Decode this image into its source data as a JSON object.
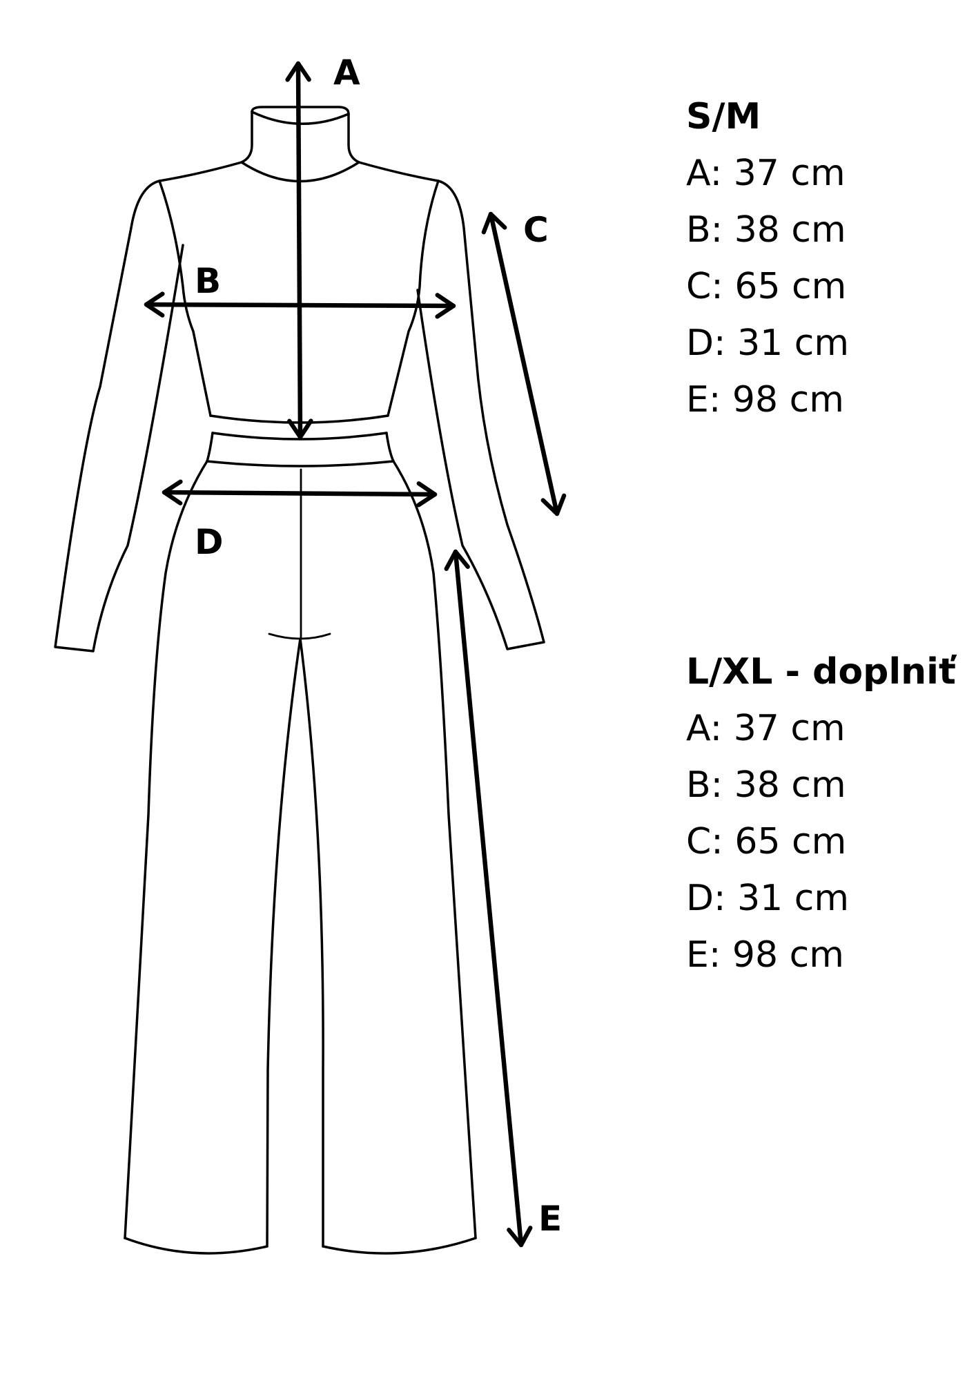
{
  "figure": {
    "labels": {
      "A": "A",
      "B": "B",
      "C": "C",
      "D": "D",
      "E": "E"
    },
    "stroke_color": "#000000",
    "background": "#ffffff"
  },
  "sizes": [
    {
      "title": "S/M",
      "rows": [
        "A: 37 cm",
        "B: 38 cm",
        "C: 65 cm",
        "D: 31 cm",
        "E: 98 cm"
      ]
    },
    {
      "title": "L/XL - doplniť",
      "rows": [
        "A: 37 cm",
        "B: 38 cm",
        "C: 65 cm",
        "D: 31 cm",
        "E: 98 cm"
      ]
    }
  ]
}
